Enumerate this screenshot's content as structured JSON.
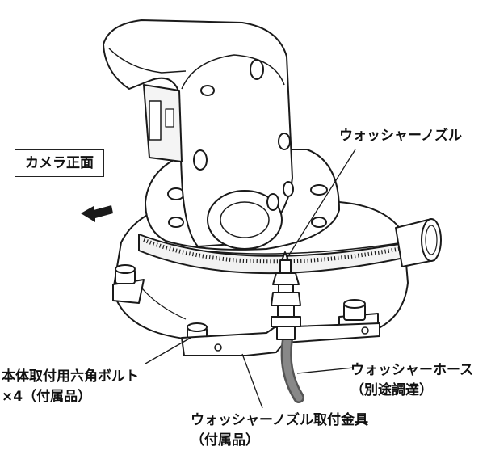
{
  "labels": {
    "camera_front": "カメラ正面",
    "washer_nozzle": "ウォッシャーノズル",
    "hex_bolt_line1": "本体取付用六角ボルト",
    "hex_bolt_line2": "×4（付属品）",
    "washer_hose_line1": "ウォッシャーホース",
    "washer_hose_line2": "（別途調達）",
    "bracket_line1": "ウォッシャーノズル取付金具",
    "bracket_line2": "（付属品）"
  },
  "colors": {
    "line": "#1a1a1a",
    "hose": "#555555",
    "body_fill": "#ffffff"
  }
}
